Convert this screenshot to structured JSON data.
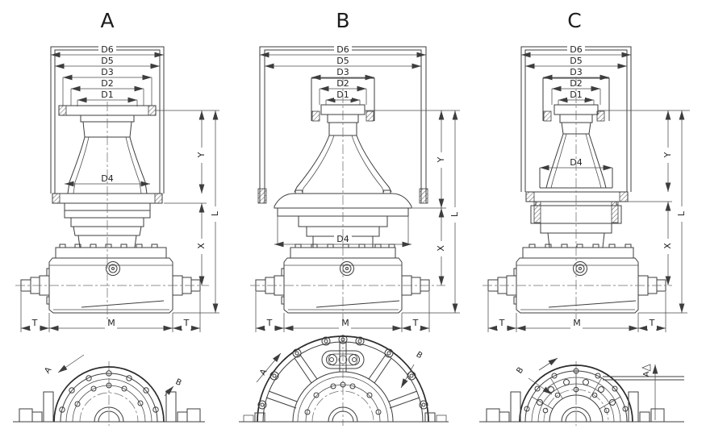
{
  "colors": {
    "background": "#ffffff",
    "line": "#3d3d3d",
    "line_bold": "#2b2b2b",
    "text": "#242424"
  },
  "drawings": [
    {
      "title": "A",
      "diameter_labels": {
        "d6": "D6",
        "d5": "D5",
        "d3": "D3",
        "d2": "D2",
        "d1": "D1",
        "d4": "D4"
      },
      "vertical_dims": {
        "y": "Y",
        "l": "L",
        "x": "X"
      },
      "horizontal_dims": {
        "t_left": "T",
        "m": "M",
        "t_right": "T"
      },
      "section_views": {
        "left": "A",
        "right": "B"
      }
    },
    {
      "title": "B",
      "diameter_labels": {
        "d6": "D6",
        "d5": "D5",
        "d3": "D3",
        "d2": "D2",
        "d1": "D1",
        "d4": "D4"
      },
      "vertical_dims": {
        "y": "Y",
        "l": "L",
        "x": "X"
      },
      "horizontal_dims": {
        "t_left": "T",
        "m": "M",
        "t_right": "T"
      },
      "section_views": {
        "left": "A",
        "right": "B"
      }
    },
    {
      "title": "C",
      "diameter_labels": {
        "d6": "D6",
        "d5": "D5",
        "d3": "D3",
        "d2": "D2",
        "d1": "D1",
        "d4": "D4"
      },
      "vertical_dims": {
        "y": "Y",
        "l": "L",
        "x": "X"
      },
      "horizontal_dims": {
        "t_left": "T",
        "m": "M",
        "t_right": "T"
      },
      "section_views": {
        "left": "B",
        "right": "A"
      }
    }
  ]
}
